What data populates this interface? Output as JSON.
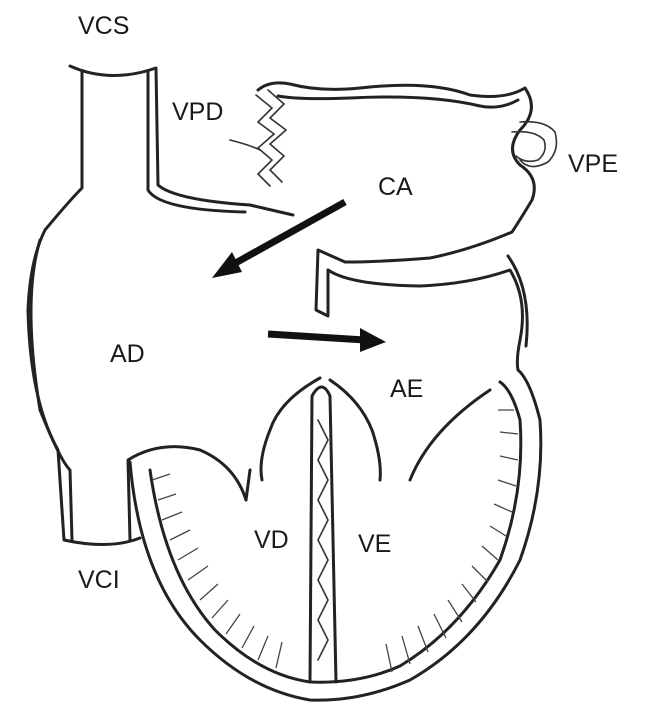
{
  "diagram": {
    "labels": {
      "vcs": "VCS",
      "vpd": "VPD",
      "ca": "CA",
      "vpe": "VPE",
      "ad": "AD",
      "ae": "AE",
      "vd": "VD",
      "ve": "VE",
      "vci": "VCI"
    }
  }
}
